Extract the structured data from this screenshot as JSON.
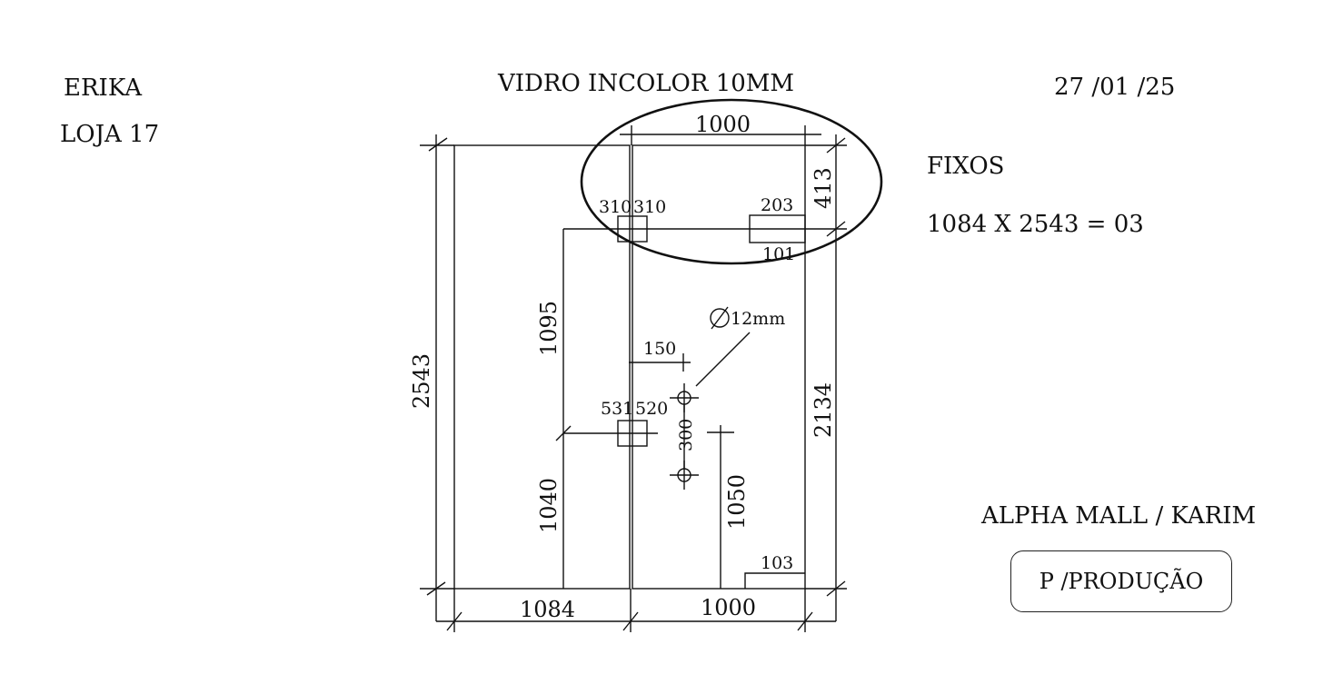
{
  "header": {
    "client": "ERIKA",
    "store": "LOJA 17",
    "title": "VIDRO INCOLOR 10MM",
    "date": "27 /01 /25"
  },
  "info": {
    "type_label": "FIXOS",
    "spec": "1084 X 2543 = 03",
    "customer": "ALPHA MALL / KARIM",
    "badge": "P /PRODUÇÃO"
  },
  "dimensions": {
    "top_width": "1000",
    "total_height": "2543",
    "bottom_left_width": "1084",
    "bottom_right_width": "1000",
    "right_top_height": "413",
    "right_lower_height": "2134",
    "notch_top_left_a": "310",
    "notch_top_left_b": "310",
    "notch_top_right_w": "203",
    "notch_top_right_h": "101",
    "hinge_upper_height": "1095",
    "hinge_lower_height": "1040",
    "hole_offset": "150",
    "hole_diameter": "12mm",
    "hole_spacing": "300",
    "hole_height": "1050",
    "notch_mid_a": "531",
    "notch_mid_b": "520",
    "bottom_notch": "103"
  },
  "colors": {
    "line": "#111111"
  }
}
